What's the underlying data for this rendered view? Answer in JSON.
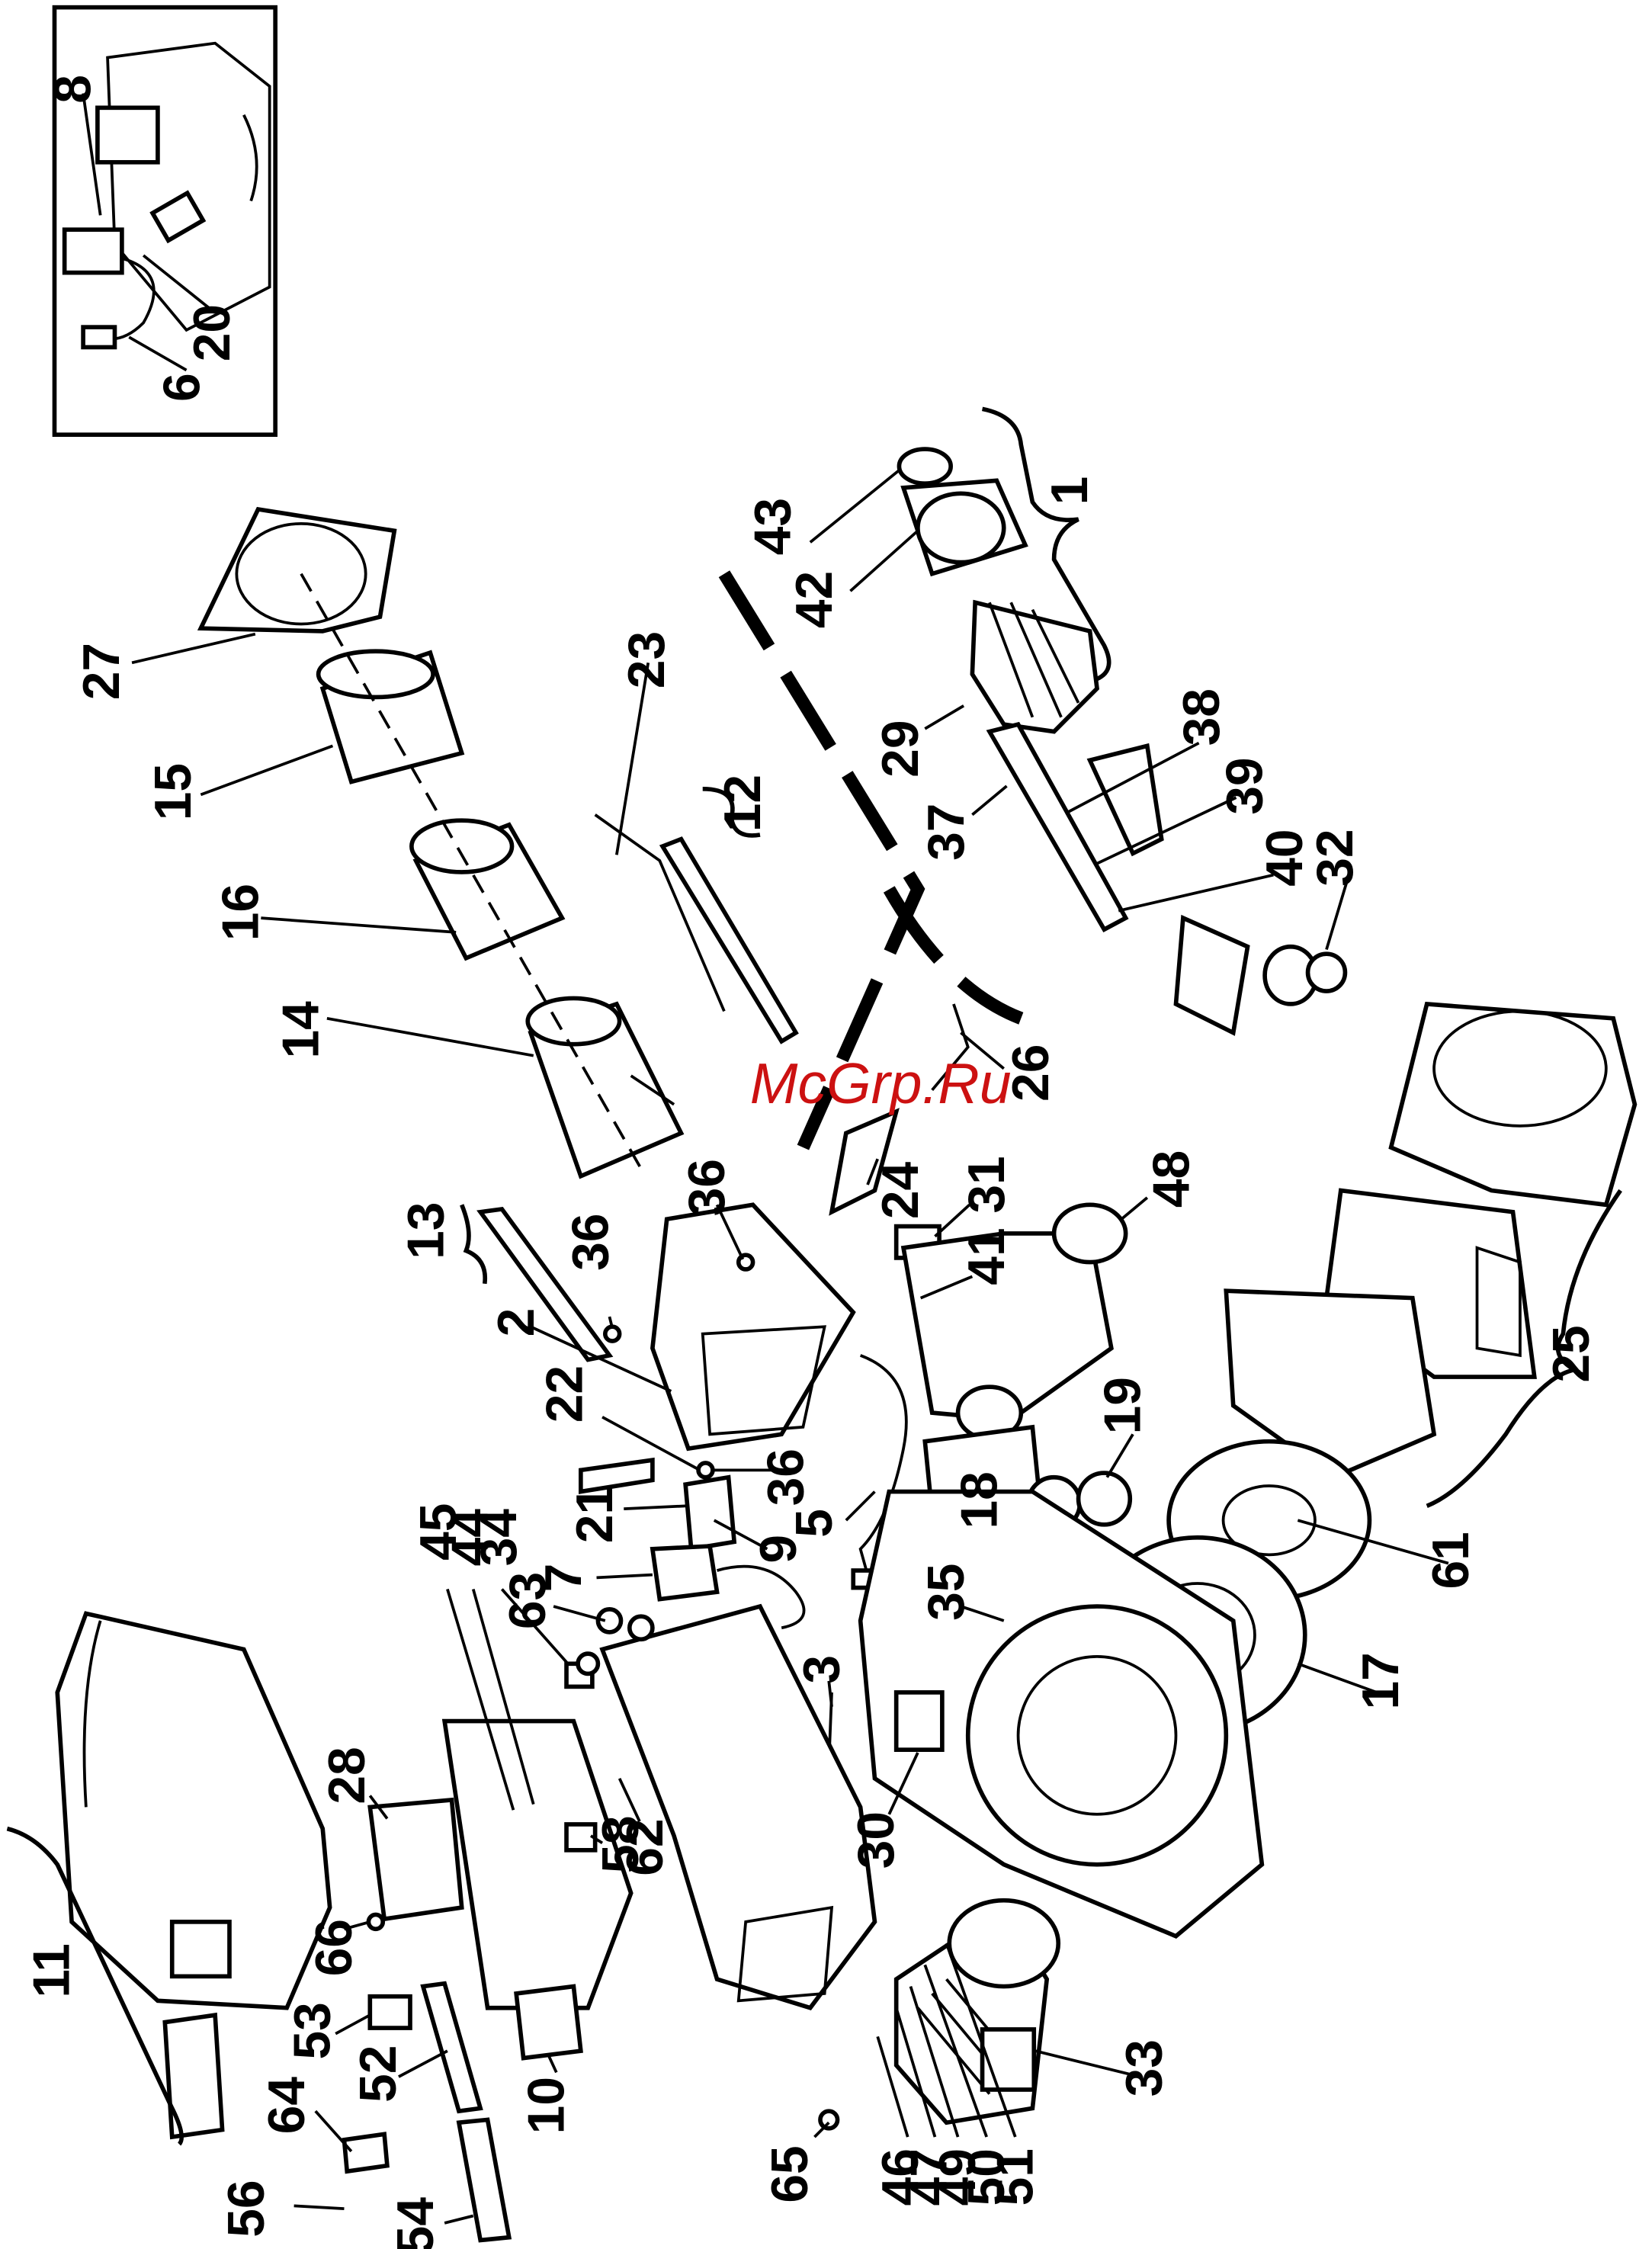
{
  "watermark": "McGrp.Ru",
  "callouts": [
    "1",
    "2",
    "3",
    "5",
    "6",
    "7",
    "8",
    "9",
    "10",
    "11",
    "12",
    "13",
    "14",
    "15",
    "16",
    "17",
    "18",
    "19",
    "20",
    "21",
    "22",
    "23",
    "24",
    "25",
    "26",
    "27",
    "28",
    "29",
    "30",
    "31",
    "32",
    "33",
    "34",
    "35",
    "36",
    "37",
    "38",
    "39",
    "40",
    "41",
    "42",
    "43",
    "44",
    "45",
    "46",
    "47",
    "48",
    "49",
    "50",
    "51",
    "52",
    "53",
    "54",
    "56",
    "58",
    "61",
    "62",
    "63",
    "64",
    "65",
    "66"
  ],
  "labels": {
    "n1": "1",
    "n2": "2",
    "n3": "3",
    "n5": "5",
    "n6": "6",
    "n7": "7",
    "n8": "8",
    "n9": "9",
    "n10": "10",
    "n11": "11",
    "n12": "12",
    "n13": "13",
    "n14": "14",
    "n15": "15",
    "n16": "16",
    "n17": "17",
    "n18": "18",
    "n19": "19",
    "n20": "20",
    "n21": "21",
    "n22": "22",
    "n23": "23",
    "n24": "24",
    "n25": "25",
    "n26": "26",
    "n27": "27",
    "n28": "28",
    "n29": "29",
    "n30": "30",
    "n31": "31",
    "n32": "32",
    "n33": "33",
    "n34": "34",
    "n35": "35",
    "n36a": "36",
    "n36b": "36",
    "n36c": "36",
    "n37": "37",
    "n38": "38",
    "n39": "39",
    "n40": "40",
    "n41": "41",
    "n42": "42",
    "n43": "43",
    "n44": "44",
    "n45": "45",
    "n46": "46",
    "n47": "47",
    "n48": "48",
    "n49": "49",
    "n50": "50",
    "n51": "51",
    "n52": "52",
    "n53": "53",
    "n54": "54",
    "n56": "56",
    "n58": "58",
    "n61": "61",
    "n62": "62",
    "n63": "63",
    "n64": "64",
    "n65": "65",
    "n66": "66"
  }
}
